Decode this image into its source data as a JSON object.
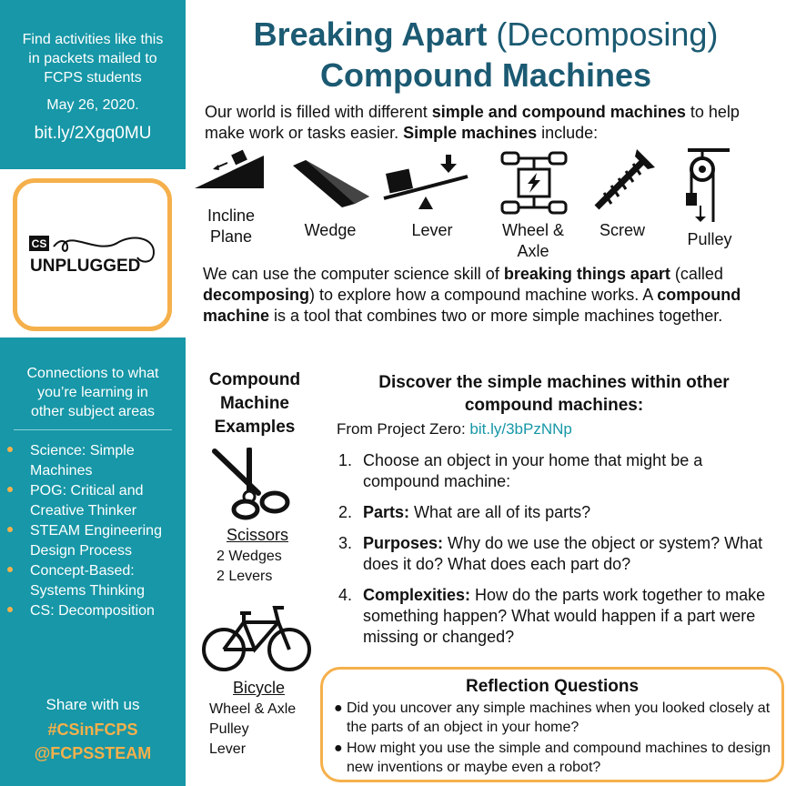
{
  "sidebar_top": {
    "find_text_1": "Find activities like this",
    "find_text_2": "in packets mailed to",
    "find_text_3": "FCPS students",
    "date": "May 26, 2020.",
    "link": "bit.ly/2Xgq0MU"
  },
  "logo": {
    "cs": "CS",
    "word": "UNPLUGGED"
  },
  "sidebar_bottom": {
    "connections_1": "Connections to what",
    "connections_2": "you’re learning in",
    "connections_3": "other subject areas",
    "bullets": [
      "Science: Simple Machines",
      "POG: Critical and Creative Thinker",
      "STEAM Engineering Design Process",
      "Concept-Based: Systems Thinking",
      "CS: Decomposition"
    ],
    "share": "Share with us",
    "hashtag": "#CSinFCPS",
    "handle": "@FCPSSTEAM"
  },
  "title": {
    "bold_1": "Breaking Apart",
    "plain_1": " (Decomposing)",
    "line_2": "Compound Machines"
  },
  "intro": {
    "t1": "Our world is filled with different ",
    "b1": "simple and compound machines",
    "t2": " to help make work or tasks easier. ",
    "b2": "Simple machines",
    "t3": " include:"
  },
  "machines": {
    "incline_1": "Incline",
    "incline_2": "Plane",
    "wedge": "Wedge",
    "lever": "Lever",
    "wheel_1": "Wheel &",
    "wheel_2": "Axle",
    "screw": "Screw",
    "pulley": "Pulley"
  },
  "decompose": {
    "t1": "We can use the computer science skill of ",
    "b1": "breaking things apart",
    "t2": " (called ",
    "b2": "decomposing",
    "t3": ") to explore how a compound machine works. A ",
    "b3": "compound machine",
    "t4": " is a tool that combines two or more simple machines together."
  },
  "examples": {
    "title_1": "Compound",
    "title_2": "Machine",
    "title_3": "Examples",
    "scissors": "Scissors",
    "scissors_parts": [
      "2 Wedges",
      "2 Levers"
    ],
    "bicycle": "Bicycle",
    "bicycle_parts": [
      "Wheel & Axle",
      "Pulley",
      "Lever"
    ]
  },
  "discover": {
    "heading_1": "Discover the simple machines within other",
    "heading_2": "compound machines:",
    "from_label": "From Project Zero: ",
    "from_link": "bit.ly/3bPzNNp",
    "steps": [
      {
        "num": "1.",
        "bold": "",
        "text": "Choose an object in your home that might be a compound machine:"
      },
      {
        "num": "2.",
        "bold": "Parts:",
        "text": " What are all of its parts?"
      },
      {
        "num": "3.",
        "bold": "Purposes:",
        "text": " Why do we use the object or system? What does it do? What does each part do?"
      },
      {
        "num": "4.",
        "bold": "Complexities:",
        "text": " How do the parts work together to make something happen? What would happen if a part were missing or changed?"
      }
    ]
  },
  "reflection": {
    "title": "Reflection Questions",
    "questions": [
      "Did you uncover any simple machines when you looked closely at the parts of an object in your home?",
      "How might you use the simple and compound machines to design new inventions or maybe even a robot?"
    ]
  },
  "colors": {
    "teal": "#1797a7",
    "orange": "#f5b04b",
    "title": "#1b5a72"
  }
}
